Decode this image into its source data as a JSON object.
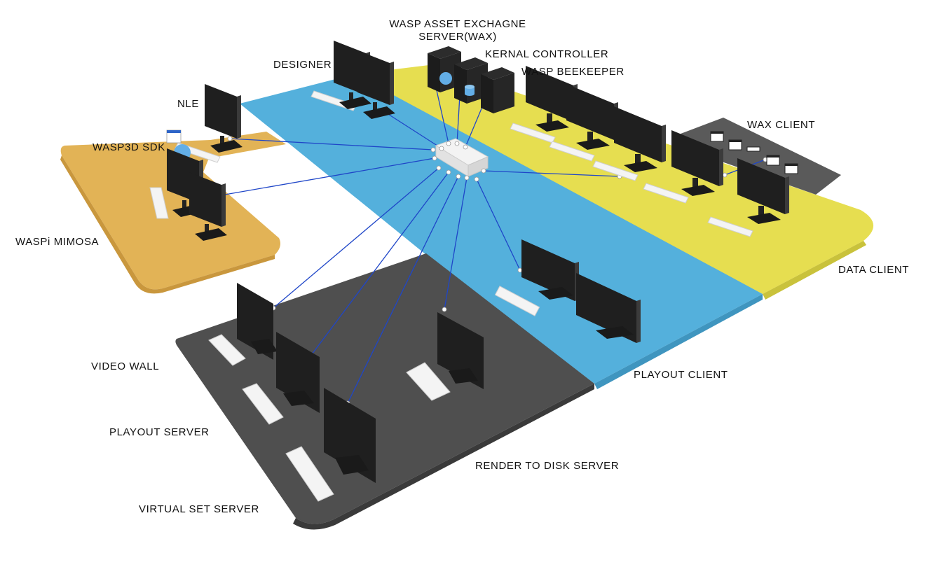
{
  "labels": {
    "wax_server": [
      "WASP ASSET EXCHAGNE",
      "SERVER(WAX)"
    ],
    "kernal_controller": "KERNAL CONTROLLER",
    "wasp_beekeeper": "WASP BEEKEEPER",
    "designer": "DESIGNER",
    "nle": "NLE",
    "wasp3d_sdk": "WASP3D SDK",
    "wax_client": "WAX CLIENT",
    "waspi_mimosa": "WASPi MIMOSA",
    "data_client": "DATA CLIENT",
    "video_wall": "VIDEO WALL",
    "playout_client": "PLAYOUT CLIENT",
    "playout_server": "PLAYOUT SERVER",
    "render_to_disk_server": "RENDER TO DISK SERVER",
    "virtual_set_server": "VIRTUAL SET SERVER"
  },
  "colors": {
    "blue_floor": "#54b0dc",
    "yellow_floor": "#e6de50",
    "orange_floor": "#e2b356",
    "dark_floor": "#4f4f4f",
    "wax_floor": "#5a5a5a",
    "link_line": "#1f46c8",
    "monitor": "#1f1f1f"
  }
}
